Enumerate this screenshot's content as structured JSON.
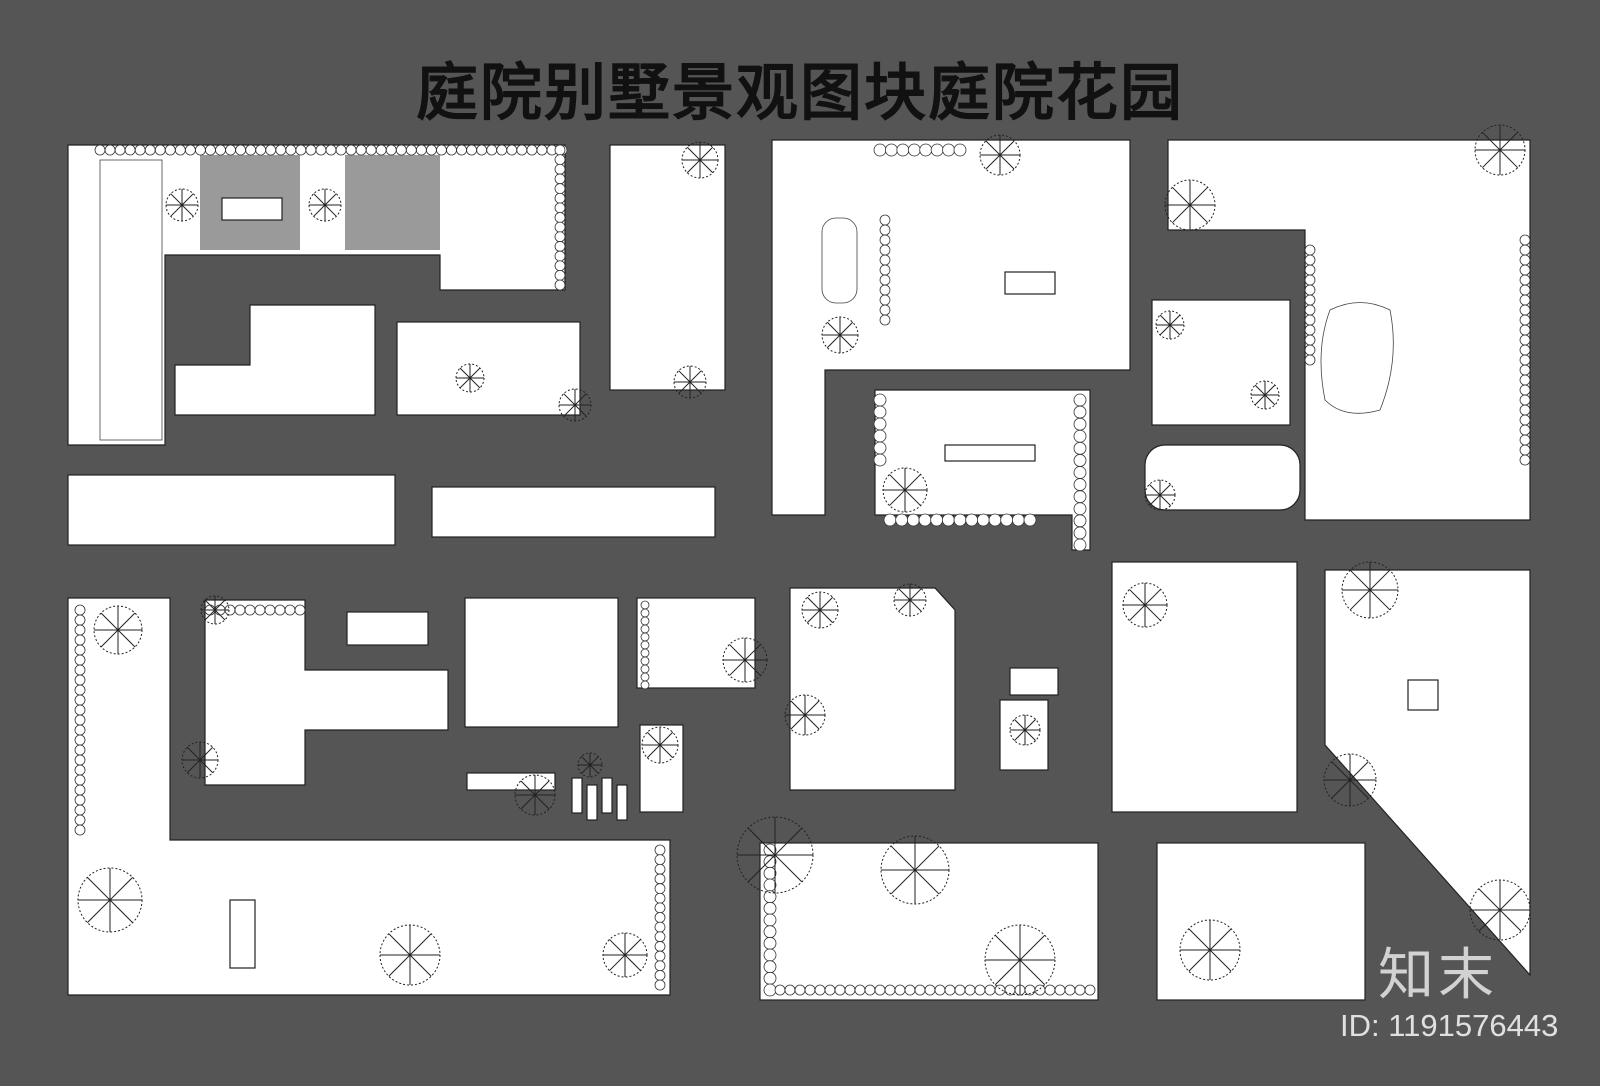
{
  "title": "庭院别墅景观图块庭院花园",
  "watermark": {
    "logo_text": "知末",
    "id_text": "ID: 1191576443"
  },
  "colors": {
    "background": "#555555",
    "plan_fill": "#ffffff",
    "line": "#222222",
    "title": "#111111"
  },
  "icons": [
    "tree-symbol",
    "hedge-shrub",
    "dining-table",
    "lounge-chair",
    "car",
    "pool"
  ]
}
